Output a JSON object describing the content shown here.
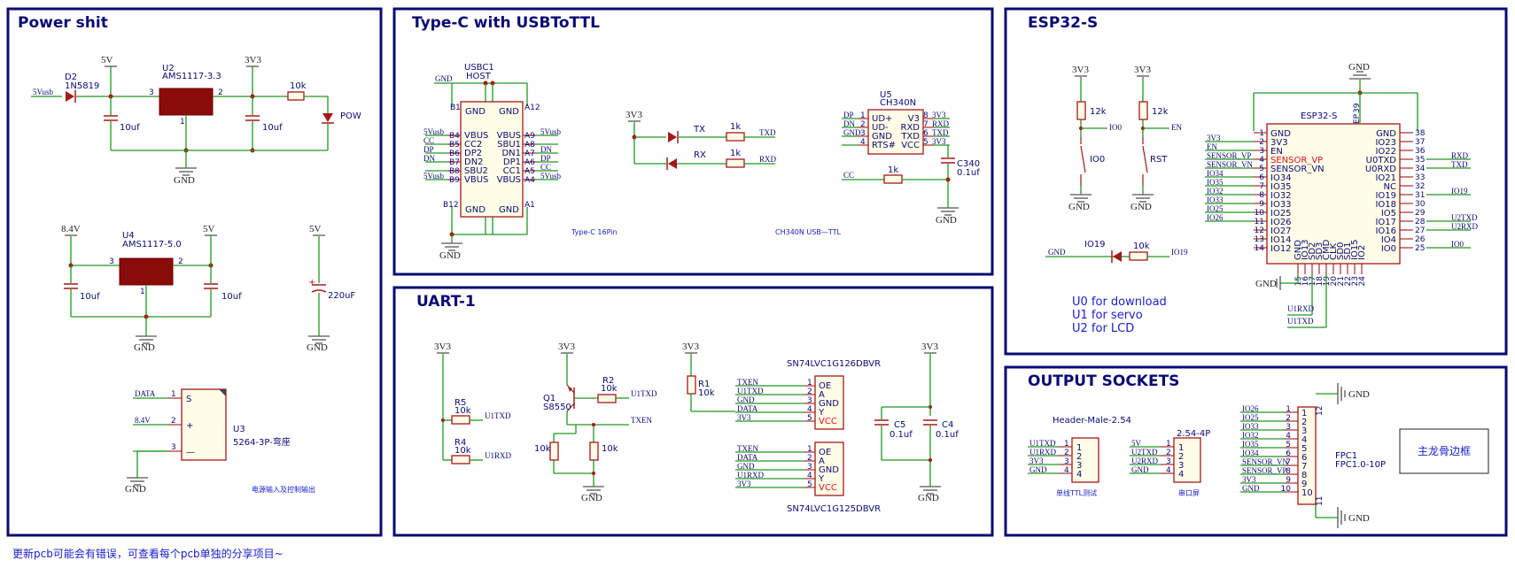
{
  "panels": {
    "power": {
      "title": "Power shit",
      "caption": "电源输入及控制输出"
    },
    "typec": {
      "title": "Type-C with USBToTTL",
      "caption_typec": "Type-C 16Pin",
      "caption_ch340": "CH340N USB—TTL"
    },
    "uart": {
      "title": "UART-1"
    },
    "esp": {
      "title": "ESP32-S",
      "notes": [
        "U0 for download",
        "U1 for servo",
        "U2 for LCD"
      ]
    },
    "output": {
      "title": "OUTPUT SOCKETS",
      "frame_label": "主龙骨边框",
      "cap_j1": "单线TTL测试",
      "cap_j2": "串口屏"
    }
  },
  "footer": "更新pcb可能会有错误，可查看每个pcb单独的分享项目~",
  "power_symbols": {
    "v5": "5V",
    "v33": "3V3",
    "gnd": "GND",
    "v84": "8.4V"
  },
  "power": {
    "d2_ref": "D2",
    "d2_val": "1N5819",
    "in_net": "5Vusb",
    "u2_ref": "U2",
    "u2_val": "AMS1117-3.3",
    "cap_10uf": "10uf",
    "r10k": "10k",
    "pow": "POW",
    "u4_ref": "U4",
    "u4_val": "AMS1117-5.0",
    "cap_220": "220uF",
    "u3_ref": "U3",
    "u3_val": "5264-3P-弯座",
    "u3_pins": [
      {
        "num": "1",
        "name": "S",
        "net": "DATA"
      },
      {
        "num": "2",
        "name": "+",
        "net": "8.4V"
      },
      {
        "num": "3",
        "name": "—",
        "net": ""
      }
    ]
  },
  "typec": {
    "usbc_ref": "USBC1",
    "usbc_val": "HOST",
    "left_pins": [
      {
        "pad": "B4",
        "name": "VBUS",
        "net": "5Vusb"
      },
      {
        "pad": "B5",
        "name": "CC2",
        "net": "CC"
      },
      {
        "pad": "B6",
        "name": "DP2",
        "net": "DP"
      },
      {
        "pad": "B7",
        "name": "DN2",
        "net": "DN"
      },
      {
        "pad": "B8",
        "name": "SBU2",
        "net": ""
      },
      {
        "pad": "B9",
        "name": "VBUS",
        "net": "5Vusb"
      }
    ],
    "right_pins": [
      {
        "pad": "A9",
        "name": "VBUS",
        "net": "5Vusb"
      },
      {
        "pad": "A8",
        "name": "SBU1",
        "net": ""
      },
      {
        "pad": "A7",
        "name": "DN1",
        "net": "DN"
      },
      {
        "pad": "A6",
        "name": "DP1",
        "net": "DP"
      },
      {
        "pad": "A5",
        "name": "CC1",
        "net": "CC"
      },
      {
        "pad": "A4",
        "name": "VBUS",
        "net": "5Vusb"
      }
    ],
    "gnd_pin": "GND",
    "b1": "B1",
    "a12": "A12",
    "b12": "B12",
    "a1": "A1",
    "tx": "TX",
    "rx": "RX",
    "r1k": "1k",
    "txd": "TXD",
    "rxd": "RXD",
    "u5_ref": "U5",
    "u5_val": "CH340N",
    "u5_left": [
      {
        "num": "1",
        "name": "UD+",
        "net": "DP"
      },
      {
        "num": "2",
        "name": "UD-",
        "net": "DN"
      },
      {
        "num": "3",
        "name": "GND",
        "net": "GND"
      },
      {
        "num": "4",
        "name": "RTS#",
        "net": ""
      }
    ],
    "u5_right": [
      {
        "num": "8",
        "name": "V3",
        "net": "3V3"
      },
      {
        "num": "7",
        "name": "RXD",
        "net": "RXD"
      },
      {
        "num": "6",
        "name": "TXD",
        "net": "TXD"
      },
      {
        "num": "5",
        "name": "VCC",
        "net": "3V3"
      }
    ],
    "c340_ref": "C340",
    "c340_val": "0.1uf",
    "cc": "CC"
  },
  "uart": {
    "r5": "R5",
    "r4": "R4",
    "r10k": "10k",
    "u1txd": "U1TXD",
    "u1rxd": "U1RXD",
    "q1_ref": "Q1",
    "q1_val": "S8550",
    "r2": "R2",
    "txen": "TXEN",
    "r1": "R1",
    "buf1": "SN74LVC1G126DBVR",
    "buf2": "SN74LVC1G125DBVR",
    "buf_pins": [
      "OE",
      "A",
      "GND",
      "Y",
      "VCC"
    ],
    "buf1_nets": [
      "TXEN",
      "U1TXD",
      "GND",
      "DATA",
      "3V3"
    ],
    "buf2_nets": [
      "TXEN",
      "DATA",
      "GND",
      "U1RXD",
      "3V3"
    ],
    "c5": "C5",
    "c4": "C4",
    "c01": "0.1uf"
  },
  "esp": {
    "chip": "ESP32-S",
    "ep": "EP",
    "ep_num": "39",
    "r12k": "12k",
    "r10k": "10k",
    "io0": "IO0",
    "en": "EN",
    "rst": "RST",
    "io19": "IO19",
    "left_pins": [
      {
        "num": "1",
        "name": "GND",
        "net": ""
      },
      {
        "num": "2",
        "name": "3V3",
        "net": "3V3"
      },
      {
        "num": "3",
        "name": "EN",
        "net": "EN"
      },
      {
        "num": "4",
        "name": "SENSOR_VP",
        "net": "SENSOR_VP",
        "hl": true
      },
      {
        "num": "5",
        "name": "SENSOR_VN",
        "net": "SENSOR_VN"
      },
      {
        "num": "6",
        "name": "IO34",
        "net": "IO34"
      },
      {
        "num": "7",
        "name": "IO35",
        "net": "IO35"
      },
      {
        "num": "8",
        "name": "IO32",
        "net": "IO32"
      },
      {
        "num": "9",
        "name": "IO33",
        "net": "IO33"
      },
      {
        "num": "10",
        "name": "IO25",
        "net": "IO25"
      },
      {
        "num": "11",
        "name": "IO26",
        "net": "IO26"
      },
      {
        "num": "12",
        "name": "IO27",
        "net": ""
      },
      {
        "num": "13",
        "name": "IO14",
        "net": ""
      },
      {
        "num": "14",
        "name": "IO12",
        "net": ""
      }
    ],
    "right_pins": [
      {
        "num": "38",
        "name": "GND",
        "net": ""
      },
      {
        "num": "37",
        "name": "IO23",
        "net": ""
      },
      {
        "num": "36",
        "name": "IO22",
        "net": ""
      },
      {
        "num": "35",
        "name": "U0TXD",
        "net": "RXD"
      },
      {
        "num": "34",
        "name": "U0RXD",
        "net": "TXD"
      },
      {
        "num": "33",
        "name": "IO21",
        "net": ""
      },
      {
        "num": "32",
        "name": "NC",
        "net": ""
      },
      {
        "num": "31",
        "name": "IO19",
        "net": "IO19"
      },
      {
        "num": "30",
        "name": "IO18",
        "net": ""
      },
      {
        "num": "29",
        "name": "IO5",
        "net": ""
      },
      {
        "num": "28",
        "name": "IO17",
        "net": "U2TXD"
      },
      {
        "num": "27",
        "name": "IO16",
        "net": "U2RXD"
      },
      {
        "num": "26",
        "name": "IO4",
        "net": ""
      },
      {
        "num": "25",
        "name": "IO0",
        "net": "IO0"
      }
    ],
    "bottom_pins": [
      {
        "num": "15",
        "name": "GND"
      },
      {
        "num": "16",
        "name": "IO13"
      },
      {
        "num": "17",
        "name": "SD2"
      },
      {
        "num": "18",
        "name": "SD3"
      },
      {
        "num": "19",
        "name": "CMD"
      },
      {
        "num": "20",
        "name": "CLK"
      },
      {
        "num": "21",
        "name": "SD0"
      },
      {
        "num": "22",
        "name": "SD1"
      },
      {
        "num": "23",
        "name": "IO15"
      },
      {
        "num": "24",
        "name": "IO2"
      }
    ],
    "u1rxd": "U1RXD",
    "u1txd": "U1TXD"
  },
  "output": {
    "j1_val": "Header-Male-2.54",
    "j1_nets": [
      "U1TXD",
      "U1RXD",
      "3V3",
      "GND"
    ],
    "j2_val": "2.54-4P",
    "j2_nets": [
      "5V",
      "U2TXD",
      "U2RXD",
      "GND"
    ],
    "fpc_ref": "FPC1",
    "fpc_val": "FPC1.0-10P",
    "fpc_nets": [
      "IO26",
      "IO25",
      "IO33",
      "IO32",
      "IO35",
      "IO34",
      "SENSOR_VN",
      "SENSOR_VP",
      "3V3",
      "GND"
    ],
    "fpc_top": "12",
    "fpc_bot": "11",
    "pin_nums": [
      "1",
      "2",
      "3",
      "4",
      "5",
      "6",
      "7",
      "8",
      "9",
      "10"
    ]
  }
}
